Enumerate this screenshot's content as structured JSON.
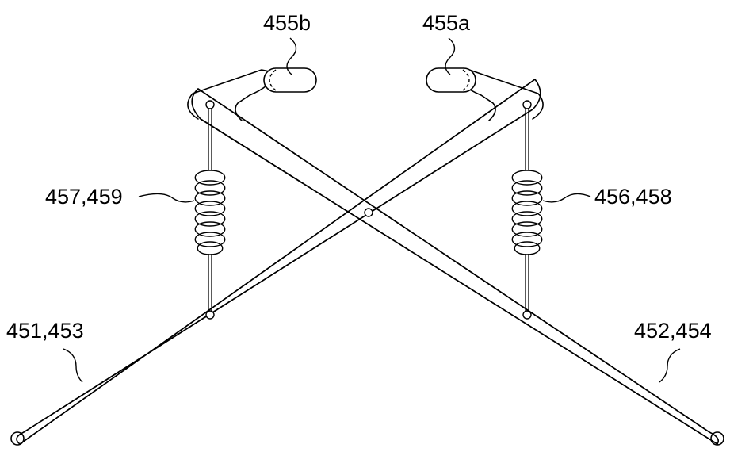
{
  "labels": {
    "finger_right_tip": "455a",
    "finger_left_tip": "455b",
    "spring_left": "457,459",
    "spring_right": "456,458",
    "arm_left": "451,453",
    "arm_right": "452,454"
  }
}
